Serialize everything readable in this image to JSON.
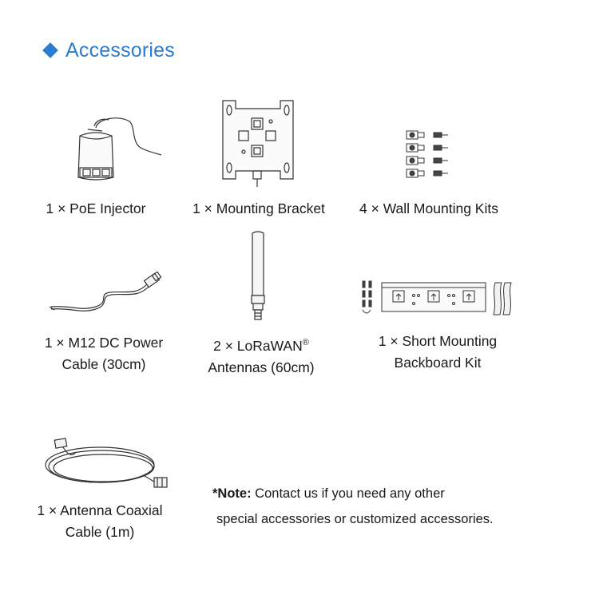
{
  "heading": {
    "icon": "diamond-bullet-icon",
    "text": "Accessories",
    "color": "#2b7cd3"
  },
  "items": [
    {
      "icon": "poe-injector-icon",
      "caption_line1": "1 × PoE Injector",
      "caption_line2": ""
    },
    {
      "icon": "mounting-bracket-icon",
      "caption_line1": "1 × Mounting Bracket",
      "caption_line2": ""
    },
    {
      "icon": "wall-mounting-kits-icon",
      "caption_line1": "4 × Wall Mounting Kits",
      "caption_line2": ""
    },
    {
      "icon": "m12-dc-power-cable-icon",
      "caption_line1": "1 × M12 DC Power",
      "caption_line2": "Cable (30cm)"
    },
    {
      "icon": "lorawan-antenna-icon",
      "caption_line1": "2 × LoRaWAN",
      "caption_sup": "®",
      "caption_line2": "Antennas (60cm)"
    },
    {
      "icon": "short-mounting-backboard-kit-icon",
      "caption_line1": "1 × Short Mounting",
      "caption_line2": "Backboard Kit"
    },
    {
      "icon": "antenna-coaxial-cable-icon",
      "caption_line1": "1 × Antenna Coaxial",
      "caption_line2": "Cable (1m)"
    }
  ],
  "note": {
    "label": "*Note:",
    "line1": " Contact us if you need any other",
    "line2": "special accessories or customized accessories."
  }
}
